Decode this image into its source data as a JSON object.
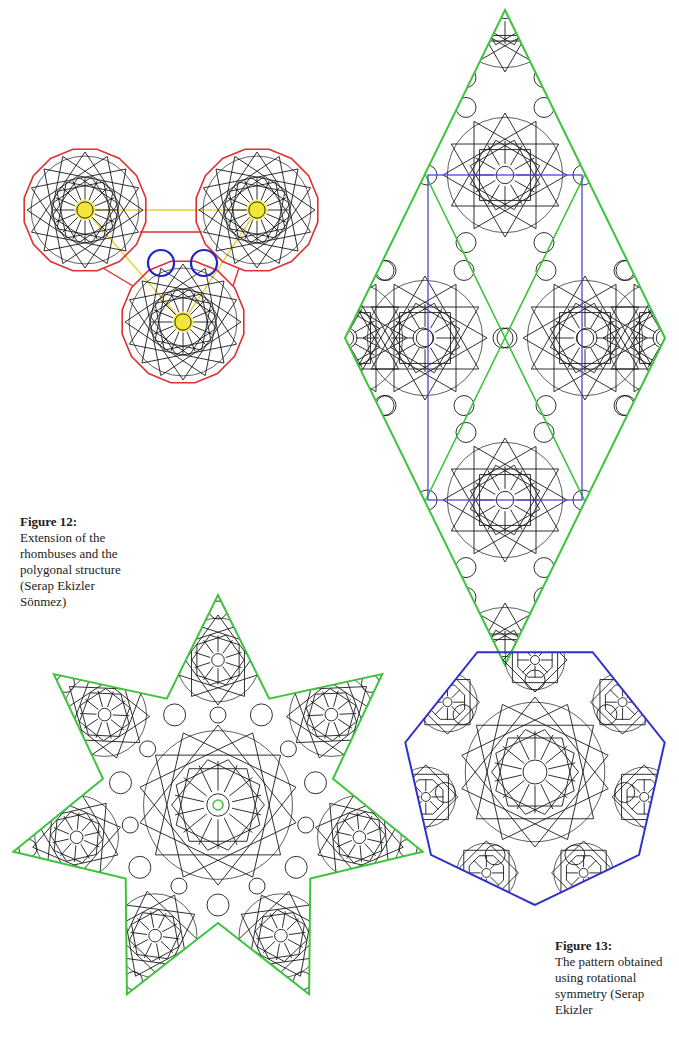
{
  "diagram": {
    "labels": [
      "Figure 12:",
      "Extension of the rhombuses and the polygonal structure (Serap Ekizler Sönmez)",
      "Figure 13:",
      "The pattern obtained using rotational symmetry (Serap Ekizler"
    ]
  }
}
